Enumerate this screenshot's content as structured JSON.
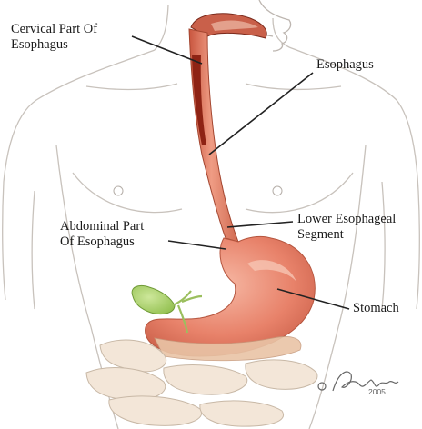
{
  "labels": {
    "cervical": [
      "Cervical Part Of",
      "Esophagus"
    ],
    "esophagus": [
      "Esophagus"
    ],
    "abdominal": [
      "Abdominal Part",
      "Of Esophagus"
    ],
    "lower": [
      "Lower Esophageal",
      "Segment"
    ],
    "stomach": [
      "Stomach"
    ]
  },
  "signature": {
    "name": "© Fairman",
    "year": "2005"
  },
  "colors": {
    "esophagus": "#e0876a",
    "esophagus_dark": "#8e2314",
    "stomach": "#e8826a",
    "stomach_highlight": "#f2b9a6",
    "gallbladder": "#a8cf6a",
    "intestine": "#f1e0cf",
    "outline": "#bdb6b0",
    "leader_line": "#222222"
  }
}
